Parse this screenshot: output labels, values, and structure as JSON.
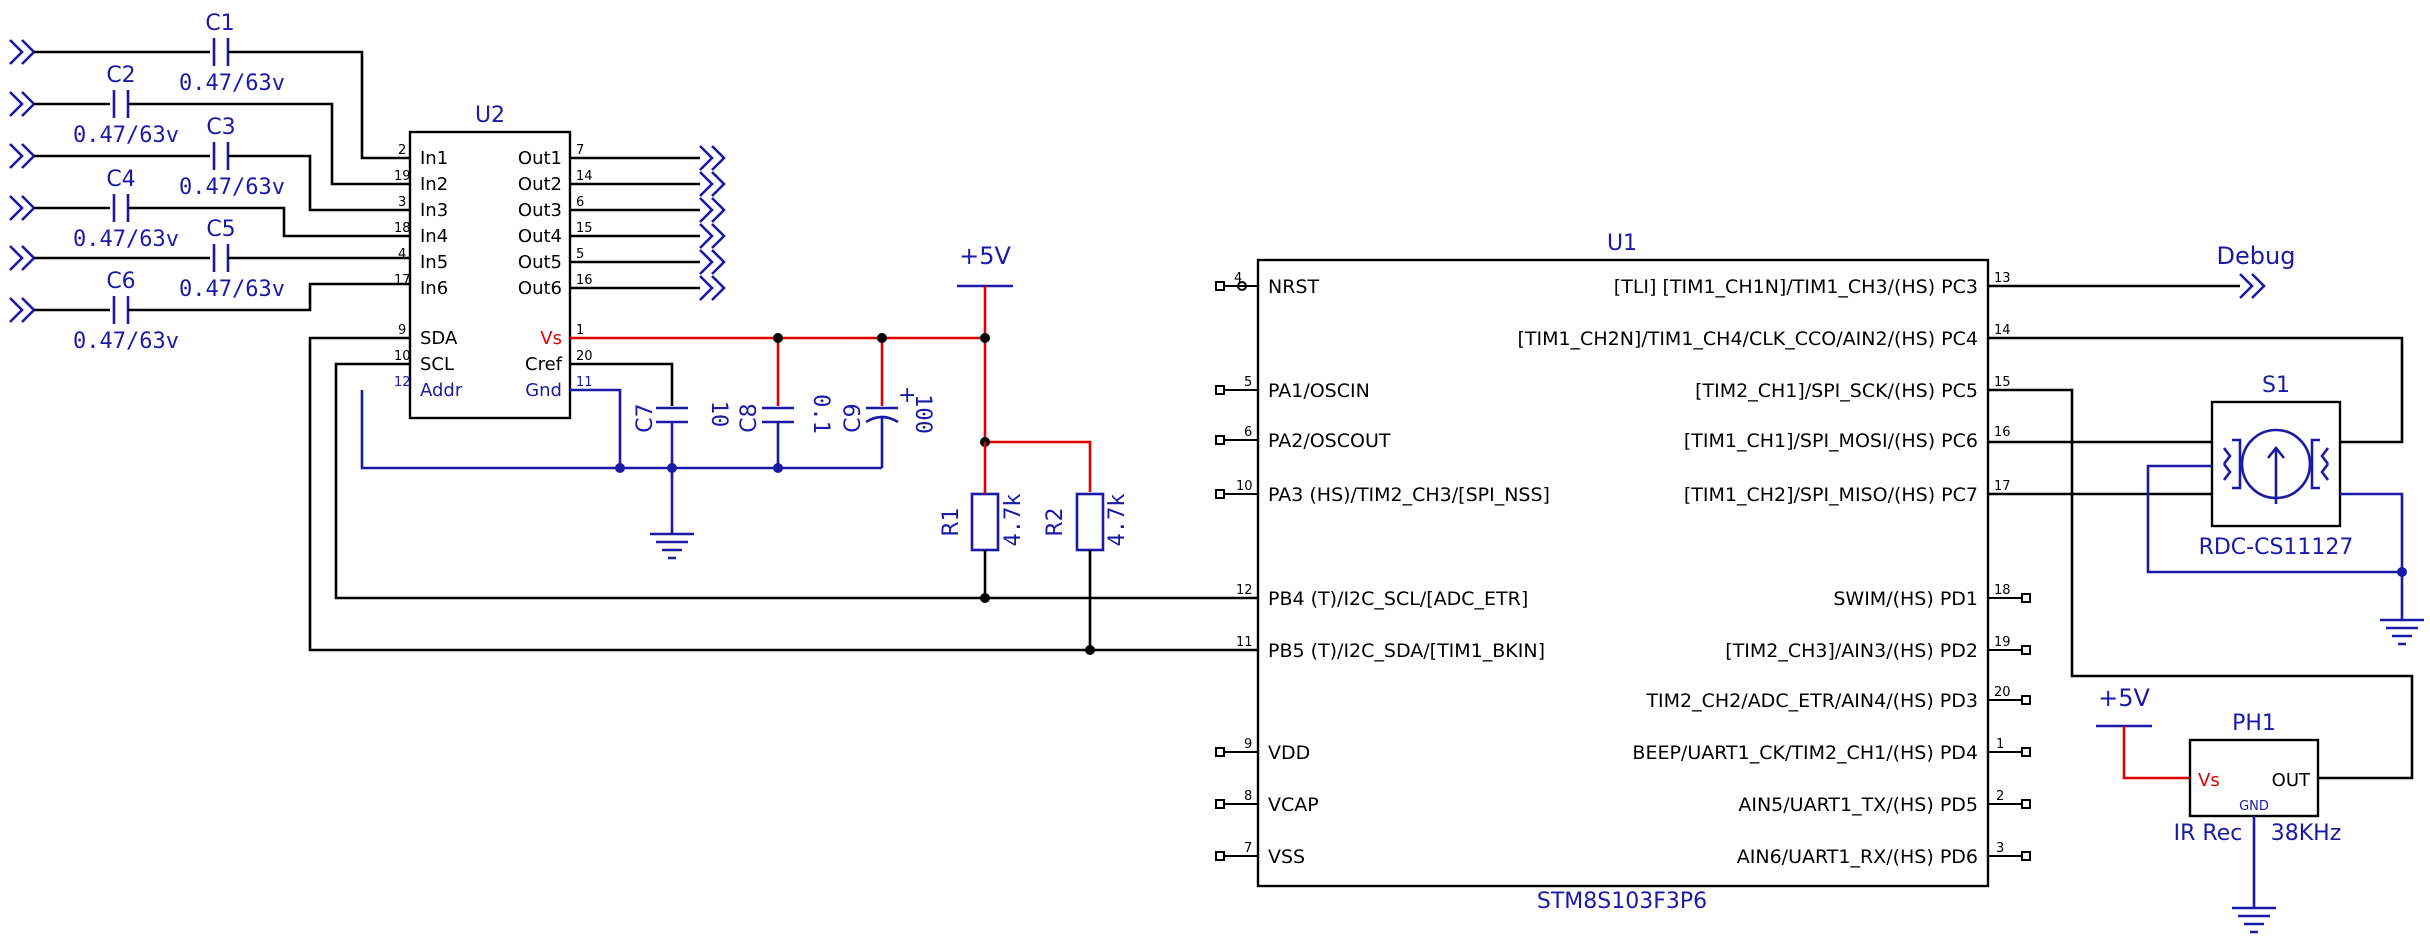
{
  "u2": {
    "ref": "U2",
    "left_pins": [
      {
        "num": "2",
        "name": "In1"
      },
      {
        "num": "19",
        "name": "In2"
      },
      {
        "num": "3",
        "name": "In3"
      },
      {
        "num": "18",
        "name": "In4"
      },
      {
        "num": "4",
        "name": "In5"
      },
      {
        "num": "17",
        "name": "In6"
      },
      {
        "num": "9",
        "name": "SDA"
      },
      {
        "num": "10",
        "name": "SCL"
      },
      {
        "num": "12",
        "name": "Addr"
      }
    ],
    "right_pins": [
      {
        "num": "7",
        "name": "Out1"
      },
      {
        "num": "14",
        "name": "Out2"
      },
      {
        "num": "6",
        "name": "Out3"
      },
      {
        "num": "15",
        "name": "Out4"
      },
      {
        "num": "5",
        "name": "Out5"
      },
      {
        "num": "16",
        "name": "Out6"
      },
      {
        "num": "1",
        "name": "Vs"
      },
      {
        "num": "20",
        "name": "Cref"
      },
      {
        "num": "11",
        "name": "Gnd"
      }
    ]
  },
  "input_caps": [
    {
      "ref": "C1",
      "value": "0.47/63v"
    },
    {
      "ref": "C2",
      "value": "0.47/63v"
    },
    {
      "ref": "C3",
      "value": "0.47/63v"
    },
    {
      "ref": "C4",
      "value": "0.47/63v"
    },
    {
      "ref": "C5",
      "value": "0.47/63v"
    },
    {
      "ref": "C6",
      "value": "0.47/63v"
    }
  ],
  "supply_caps": [
    {
      "ref": "C7",
      "value": "10"
    },
    {
      "ref": "C8",
      "value": "0.1"
    },
    {
      "ref": "C9",
      "value": "100",
      "polarity": "+"
    }
  ],
  "resistors": [
    {
      "ref": "R1",
      "value": "4.7k"
    },
    {
      "ref": "R2",
      "value": "4.7k"
    }
  ],
  "power": {
    "main": "+5V",
    "ph1": "+5V"
  },
  "u1": {
    "ref": "U1",
    "part": "STM8S103F3P6",
    "left_pins": [
      {
        "num": "4",
        "name": "NRST"
      },
      {
        "num": "5",
        "name": "PA1/OSCIN"
      },
      {
        "num": "6",
        "name": "PA2/OSCOUT"
      },
      {
        "num": "10",
        "name": "PA3 (HS)/TIM2_CH3/[SPI_NSS]"
      },
      {
        "num": "12",
        "name": "PB4 (T)/I2C_SCL/[ADC_ETR]"
      },
      {
        "num": "11",
        "name": "PB5 (T)/I2C_SDA/[TIM1_BKIN]"
      },
      {
        "num": "9",
        "name": "VDD"
      },
      {
        "num": "8",
        "name": "VCAP"
      },
      {
        "num": "7",
        "name": "VSS"
      }
    ],
    "right_pins": [
      {
        "num": "13",
        "name": "[TLI] [TIM1_CH1N]/TIM1_CH3/(HS) PC3"
      },
      {
        "num": "14",
        "name": "[TIM1_CH2N]/TIM1_CH4/CLK_CCO/AIN2/(HS) PC4"
      },
      {
        "num": "15",
        "name": "[TIM2_CH1]/SPI_SCK/(HS) PC5"
      },
      {
        "num": "16",
        "name": "[TIM1_CH1]/SPI_MOSI/(HS) PC6"
      },
      {
        "num": "17",
        "name": "[TIM1_CH2]/SPI_MISO/(HS) PC7"
      },
      {
        "num": "18",
        "name": "SWIM/(HS) PD1"
      },
      {
        "num": "19",
        "name": "[TIM2_CH3]/AIN3/(HS) PD2"
      },
      {
        "num": "20",
        "name": "TIM2_CH2/ADC_ETR/AIN4/(HS) PD3"
      },
      {
        "num": "1",
        "name": "BEEP/UART1_CK/TIM2_CH1/(HS) PD4"
      },
      {
        "num": "2",
        "name": "AIN5/UART1_TX/(HS) PD5"
      },
      {
        "num": "3",
        "name": "AIN6/UART1_RX/(HS) PD6"
      }
    ]
  },
  "debug_label": "Debug",
  "s1": {
    "ref": "S1",
    "part": "RDC-CS11127"
  },
  "ph1": {
    "ref": "PH1",
    "vs": "Vs",
    "out": "OUT",
    "gnd": "GND",
    "part_a": "IR Rec",
    "part_b": "38KHz"
  },
  "colors": {
    "wire": "#000000",
    "power_wire": "#e00000",
    "symbol": "#1a1aa6"
  }
}
